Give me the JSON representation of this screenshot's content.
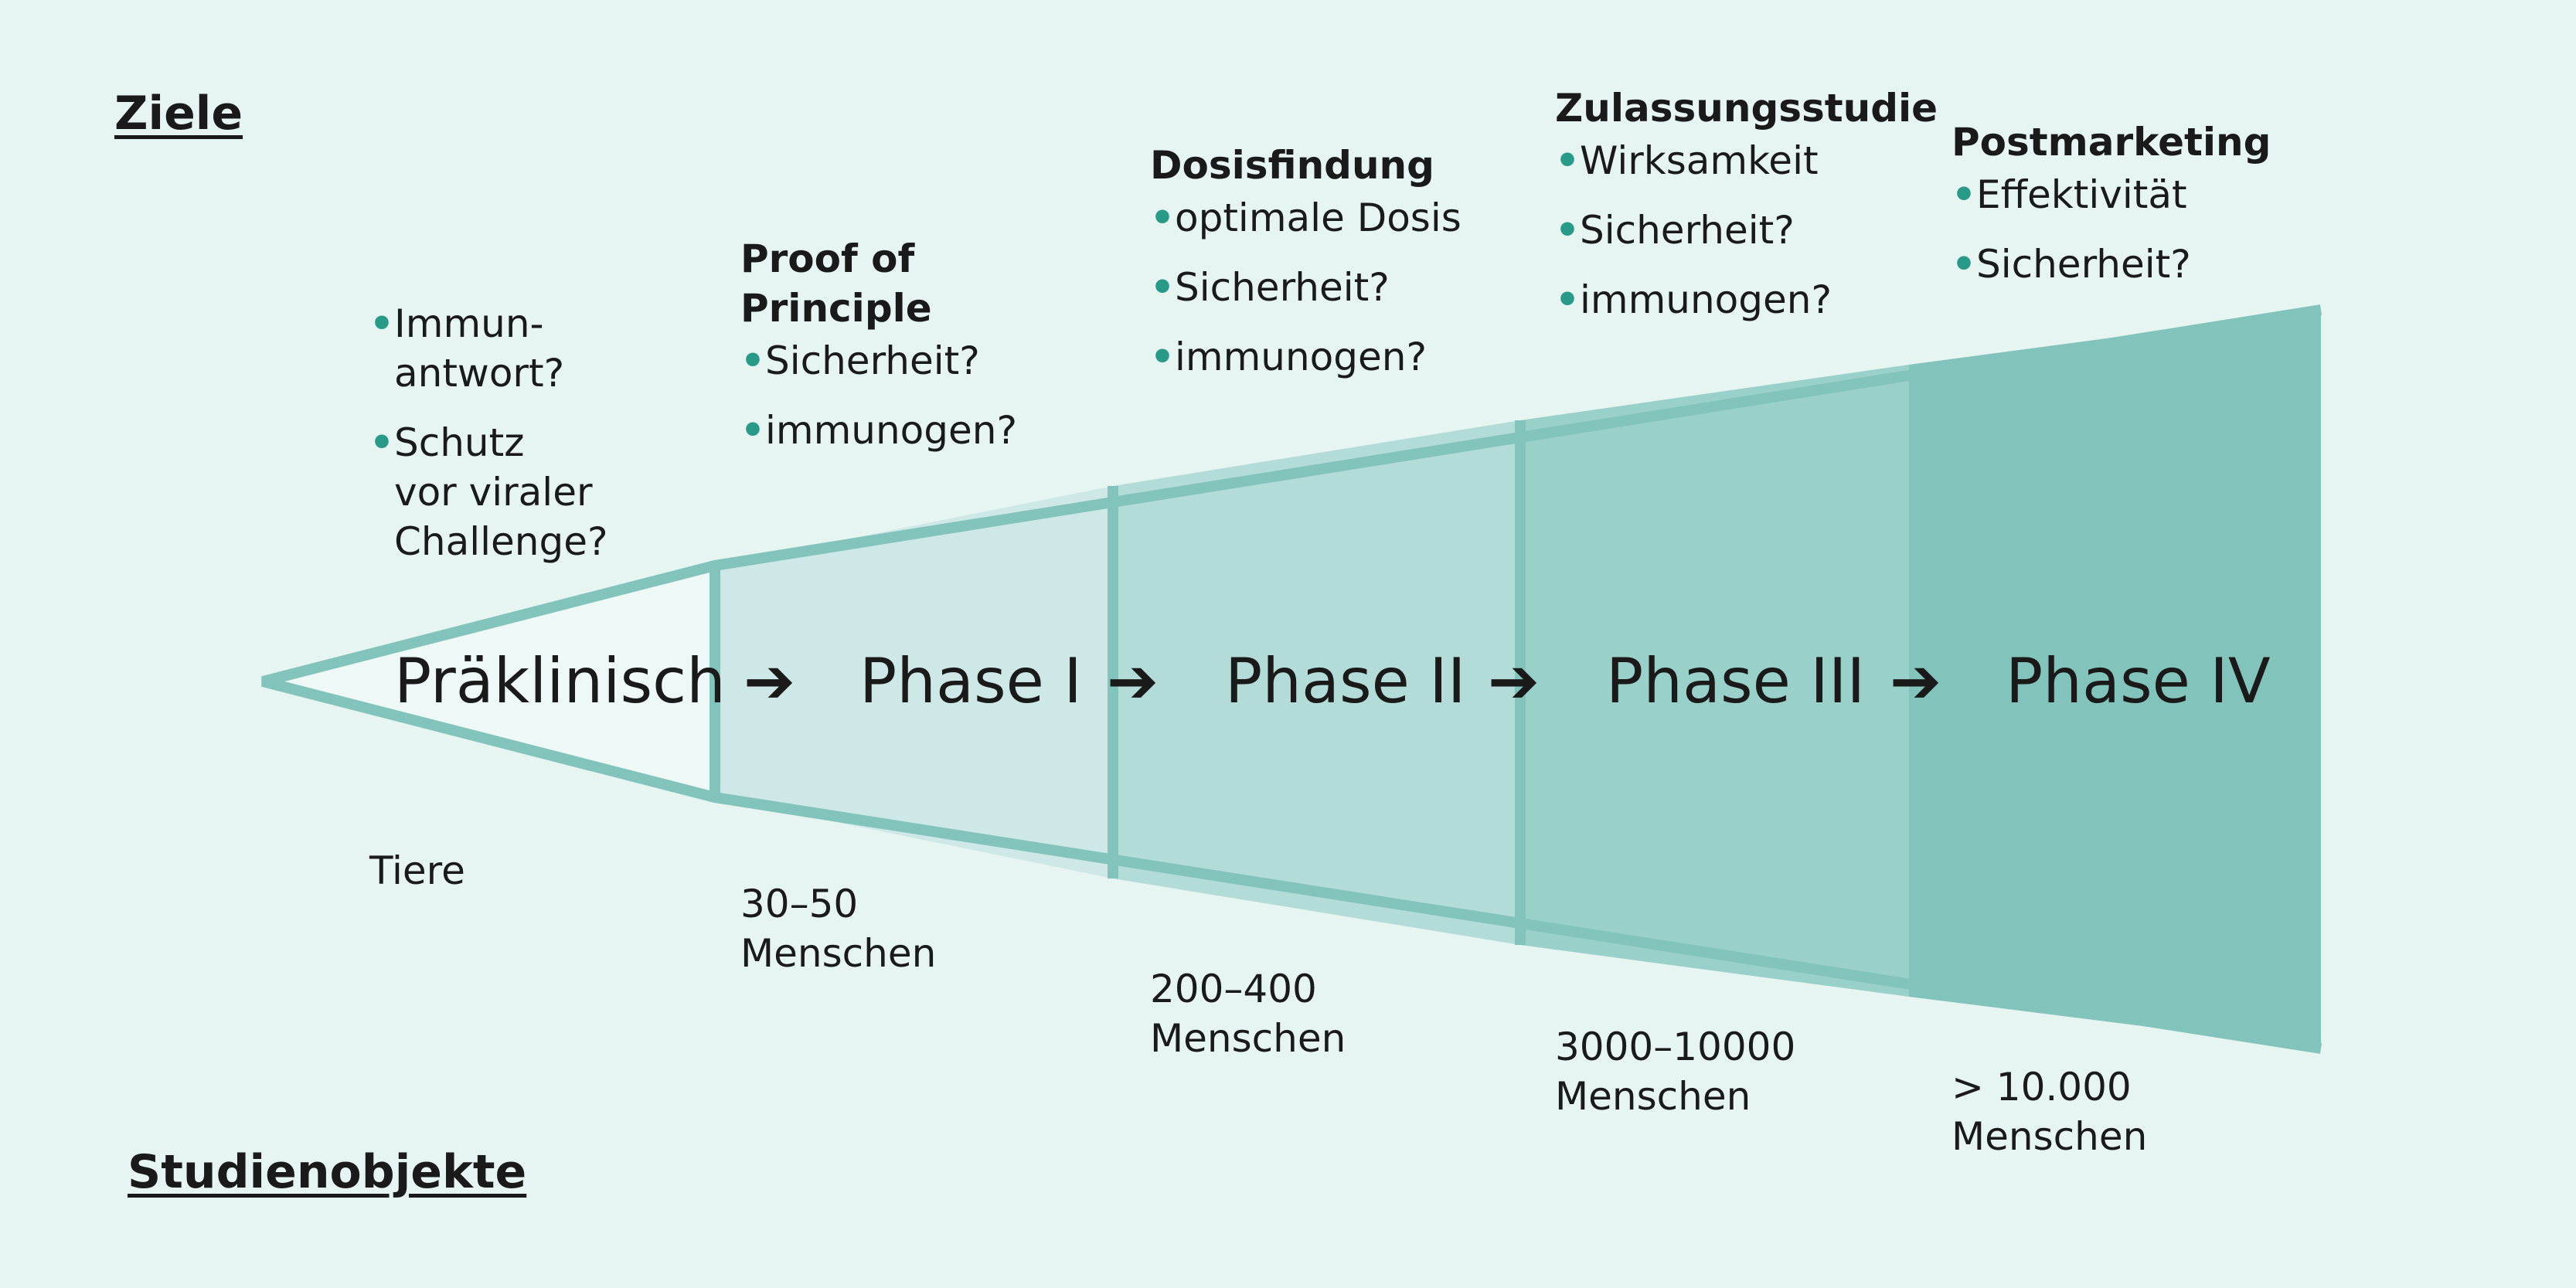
{
  "labels": {
    "goals": "Ziele",
    "subjects": "Studienobjekte"
  },
  "colors": {
    "background": "#e6f4f2",
    "outline": "#82c4bb",
    "bullet": "#2a9a88",
    "stage_fills": [
      "#eef8f6",
      "#cde8e6",
      "#b3dcd8",
      "#99d0ca",
      "#82c4bb"
    ]
  },
  "arrow_symbol": "➔",
  "stages": [
    {
      "name": "Präklinisch",
      "goal_title": "",
      "goals": [
        "Immun-\nantwort?",
        "Schutz\nvor viraler\nChallenge?"
      ],
      "subjects": "Tiere"
    },
    {
      "name": "Phase I",
      "goal_title": "Proof of\nPrinciple",
      "goals": [
        "Sicherheit?",
        "immunogen?"
      ],
      "subjects": "30–50\nMenschen"
    },
    {
      "name": "Phase II",
      "goal_title": "Dosisfindung",
      "goals": [
        "optimale Dosis",
        "Sicherheit?",
        "immunogen?"
      ],
      "subjects": "200–400\nMenschen"
    },
    {
      "name": "Phase III",
      "goal_title": "Zulassungsstudie",
      "goals": [
        "Wirksamkeit",
        "Sicherheit?",
        "immunogen?"
      ],
      "subjects": "3000–10000\nMenschen"
    },
    {
      "name": "Phase IV",
      "goal_title": "Postmarketing",
      "goals": [
        "Effektivität",
        "Sicherheit?"
      ],
      "subjects": "> 10.000\nMenschen"
    }
  ]
}
